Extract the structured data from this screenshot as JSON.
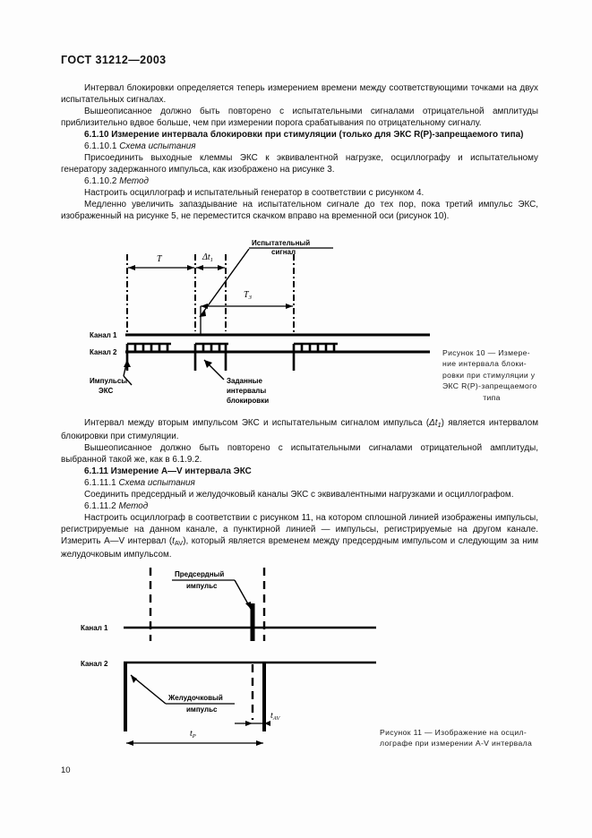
{
  "header": {
    "standard": "ГОСТ 31212—2003"
  },
  "page_number": "10",
  "body": {
    "p1": "Интервал блокировки определяется теперь измерением времени между соответствующими точками на двух испытательных сигналах.",
    "p2": "Вышеописанное должно быть повторено с испытательными сигналами отрицательной амплитуды приблизительно вдвое больше, чем при измерении порога срабатывания по отрицательному сигналу.",
    "h_6_1_10": "6.1.10  Измерение интервала блокировки при стимуляции (только для ЭКС R(P)-запрещаемого типа)",
    "s_6_1_10_1_num": "6.1.10.1",
    "s_6_1_10_1_title": "Схема испытания",
    "p3": "Присоединить выходные клеммы ЭКС к эквивалентной нагрузке, осциллографу и испытательному генератору задержанного импульса, как изображено на рисунке 3.",
    "s_6_1_10_2_num": "6.1.10.2",
    "s_6_1_10_2_title": "Метод",
    "p4": "Настроить осциллограф и испытательный генератор в соответствии с рисунком 4.",
    "p5": "Медленно увеличить запаздывание на испытательном сигнале до тех пор, пока третий импульс ЭКС, изображенный на рисунке 5, не переместится скачком вправо на временной оси (рисунок 10).",
    "p6_a": "Интервал между вторым импульсом ЭКС и испытательным сигналом импульса (",
    "p6_sym": "Δt",
    "p6_sub": "1",
    "p6_b": ") является интервалом блокировки при стимуляции.",
    "p7": "Вышеописанное должно быть повторено с испытательными сигналами отрицательной амплитуды, выбранной такой же, как в 6.1.9.2.",
    "h_6_1_11": "6.1.11  Измерение A—V интервала ЭКС",
    "s_6_1_11_1_num": "6.1.11.1",
    "s_6_1_11_1_title": "Схема испытания",
    "p8": "Соединить предсердный и желудочковый каналы ЭКС с эквивалентными нагрузками и осциллографом.",
    "s_6_1_11_2_num": "6.1.11.2",
    "s_6_1_11_2_title": "Метод",
    "p9_a": "Настроить осциллограф в соответствии с рисунком 11, на котором сплошной линией изображены импульсы, регистрируемые на данном канале, а пунктирной линией — импульсы, регистрируемые на другом канале. Измерить A—V интервал (",
    "p9_sym": "t",
    "p9_sub": "AV",
    "p9_b": "), который является временем между предсердным импульсом и следующим за ним желудочковым импульсом."
  },
  "figure10": {
    "labels": {
      "test_signal_line1": "Испытательный",
      "test_signal_line2": "сигнал",
      "channel1": "Канал 1",
      "channel2": "Канал 2",
      "pulses_line1": "Импульсы",
      "pulses_line2": "ЭКС",
      "blocking_line1": "Заданные",
      "blocking_line2": "интервалы",
      "blocking_line3": "блокировки",
      "dim_T": "T",
      "dim_dt": "Δt",
      "dim_dt_sub": "1",
      "dim_T3": "T",
      "dim_T3_sub": "З"
    },
    "caption_lines": [
      "Рисунок 10 — Измере-",
      "ние интервала блоки-",
      "ровки при стимуляции у",
      "ЭКС R(P)-запрещаемого"
    ],
    "caption_last": "типа"
  },
  "figure11": {
    "labels": {
      "atrial_line1": "Предсердный",
      "atrial_line2": "импульс",
      "ventricular_line1": "Желудочковый",
      "ventricular_line2": "импульс",
      "channel1": "Канал 1",
      "channel2": "Канал 2",
      "dim_tav": "t",
      "dim_tav_sub": "AV",
      "dim_tp": "t",
      "dim_tp_sub": "P"
    },
    "caption_lines": [
      "Рисунок 11 — Изображение на осцил-",
      "лографе при измерении A-V интервала"
    ]
  },
  "colors": {
    "ink": "#000000",
    "paper": "#fdfdfd"
  }
}
